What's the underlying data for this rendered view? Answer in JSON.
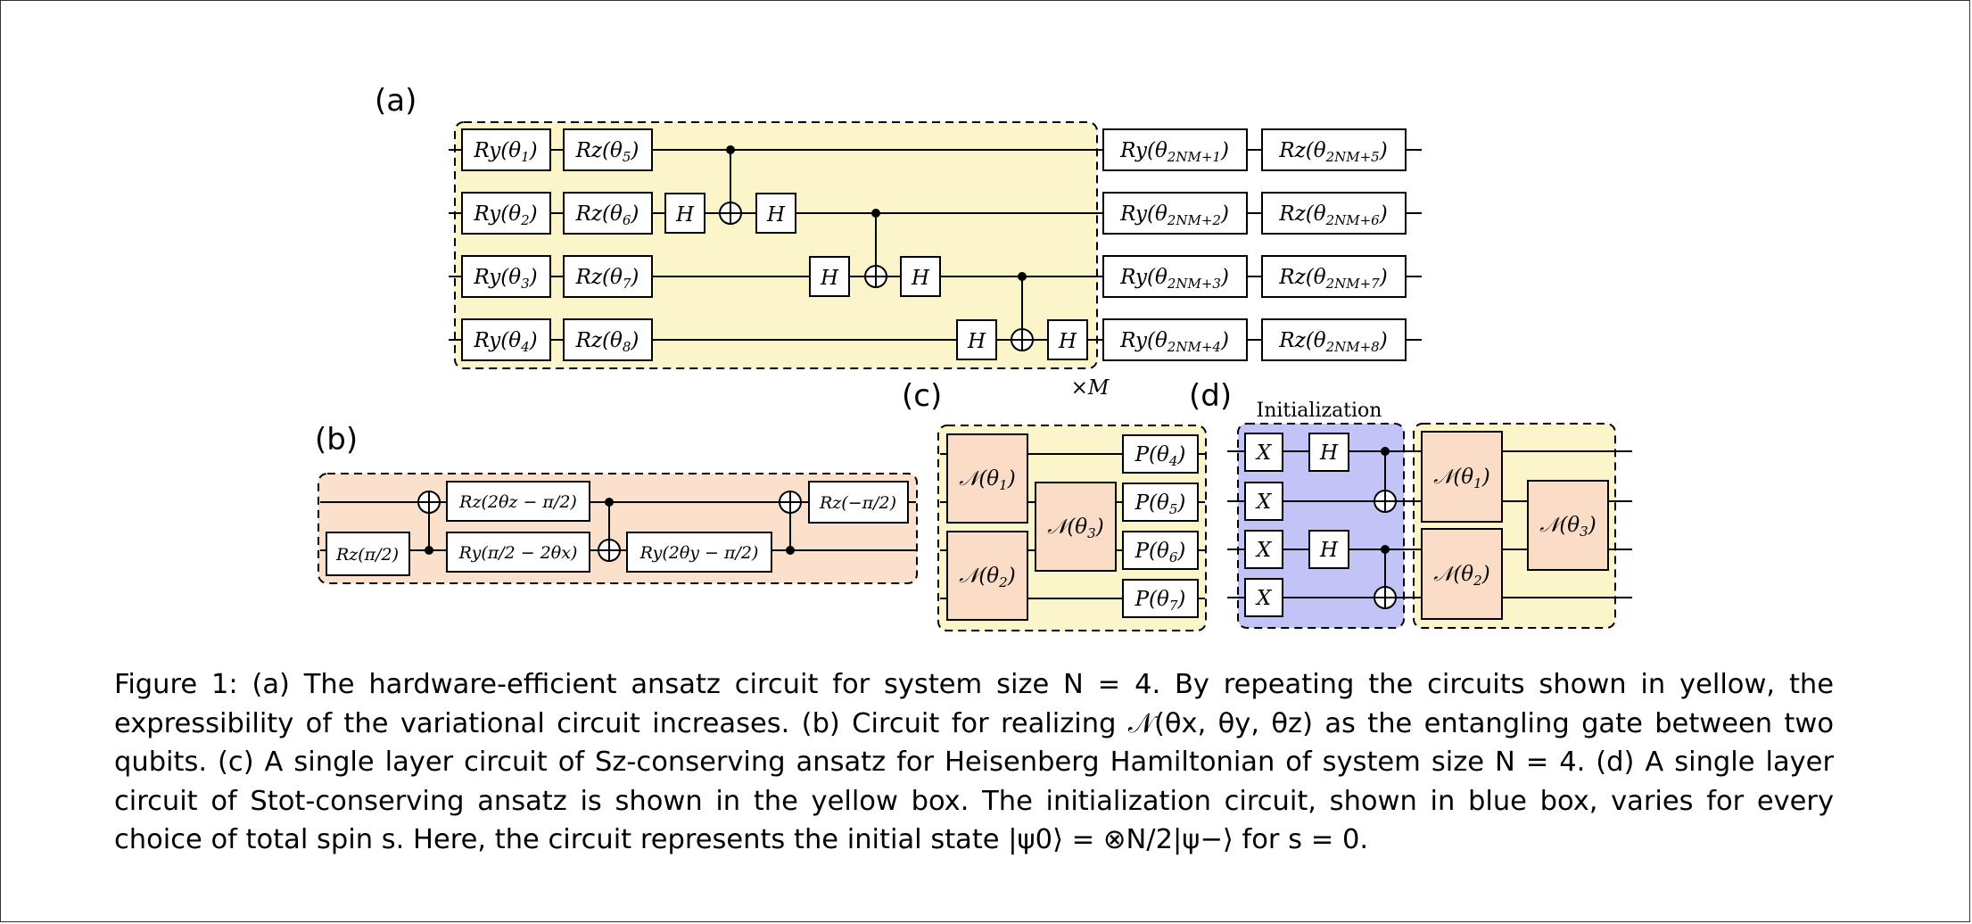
{
  "figure": {
    "panels": {
      "a": {
        "label": "(a)",
        "repeat_label": "×M",
        "left_gates": [
          [
            "Ry(θ",
            "1",
            ")",
            "Rz(θ",
            "5",
            ")"
          ],
          [
            "Ry(θ",
            "2",
            ")",
            "Rz(θ",
            "6",
            ")"
          ],
          [
            "Ry(θ",
            "3",
            ")",
            "Rz(θ",
            "7",
            ")"
          ],
          [
            "Ry(θ",
            "4",
            ")",
            "Rz(θ",
            "8",
            ")"
          ]
        ],
        "hadamard": "H",
        "right_gates": [
          [
            "Ry(θ",
            "2NM+1",
            ")",
            "Rz(θ",
            "2NM+5",
            ")"
          ],
          [
            "Ry(θ",
            "2NM+2",
            ")",
            "Rz(θ",
            "2NM+6",
            ")"
          ],
          [
            "Ry(θ",
            "2NM+3",
            ")",
            "Rz(θ",
            "2NM+7",
            ")"
          ],
          [
            "Ry(θ",
            "2NM+4",
            ")",
            "Rz(θ",
            "2NM+8",
            ")"
          ]
        ]
      },
      "b": {
        "label": "(b)",
        "gates": {
          "rz_pi2": "Rz(π/2)",
          "rz_2tz": "Rz(2θz − π/2)",
          "ry_pi2_2tx": "Ry(π/2 − 2θx)",
          "ry_2ty": "Ry(2θy − π/2)",
          "rz_mpi2": "Rz(−π/2)"
        }
      },
      "c": {
        "label": "(c)",
        "n1": "𝒩(θ",
        "n1_sub": "1",
        "n2_sub": "2",
        "n3_sub": "3",
        "p_gates": [
          [
            "P(θ",
            "4",
            ")"
          ],
          [
            "P(θ",
            "5",
            ")"
          ],
          [
            "P(θ",
            "6",
            ")"
          ],
          [
            "P(θ",
            "7",
            ")"
          ]
        ]
      },
      "d": {
        "label": "(d)",
        "init_label": "Initialization",
        "x_gate": "X",
        "h_gate": "H"
      }
    },
    "colors": {
      "yellow_box": "#fbf5c9",
      "orange_box": "#fbe0cc",
      "blue_box": "#c2c3f6",
      "gate_orange": "#fbdcc6"
    },
    "caption": [
      "Figure 1: (a) The hardware-efficient ansatz circuit for system size N = 4. By repeating the circuits shown in yellow, the expressibility of the variational circuit increases. (b) Circuit for realizing 𝒩(θx, θy, θz) as the entangling gate between two qubits. (c) A single layer circuit of Sz-conserving ansatz for Heisenberg Hamiltonian of system size N = 4. (d) A single layer circuit of Stot-conserving ansatz is shown in the yellow box. The initialization circuit, shown in blue box, varies for every choice of total spin s. Here, the circuit represents the initial state |ψ0⟩ = ⊗N/2|ψ−⟩ for s = 0."
    ]
  }
}
